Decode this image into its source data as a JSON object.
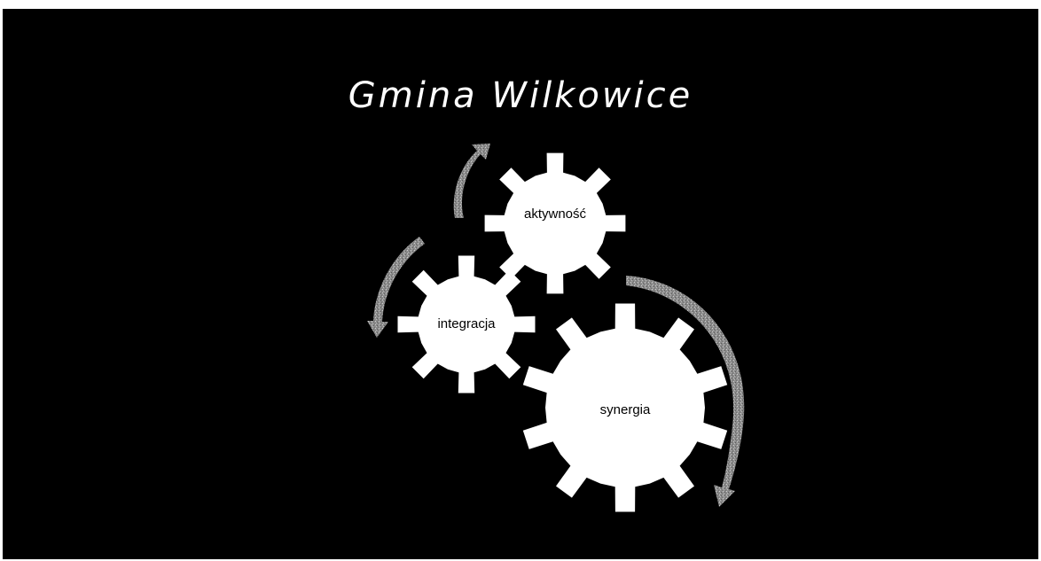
{
  "slide": {
    "title": "Gmina Wilkowice"
  },
  "gears": {
    "top": "aktywność",
    "left": "integracja",
    "bottom": "synergia"
  },
  "colors": {
    "background": "#000000",
    "gear": "#ffffff",
    "arrow": "#9a9a9a"
  }
}
